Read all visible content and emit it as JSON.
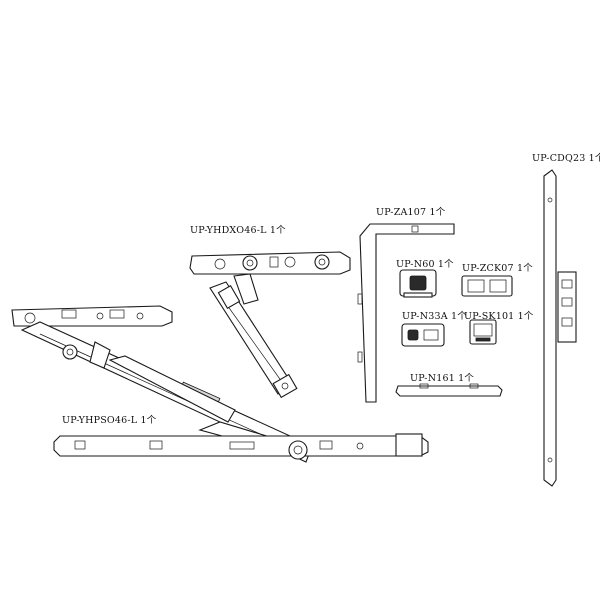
{
  "labels": {
    "yhpso46": "UP-YHPSO46-L 1个",
    "yhdxo46": "UP-YHDXO46-L 1个",
    "za107": "UP-ZA107 1个",
    "n60": "UP-N60 1个",
    "zck07": "UP-ZCK07 1个",
    "n33a": "UP-N33A 1个",
    "sk101": "UP-SK101 1个",
    "n161": "UP-N161 1个",
    "cdq23": "UP-CDQ23 1个"
  }
}
